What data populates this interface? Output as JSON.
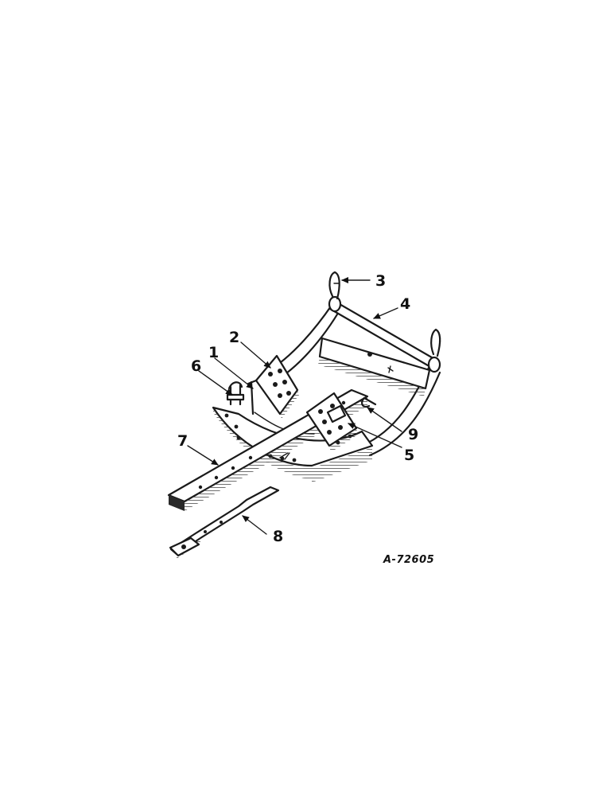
{
  "drawing_id": "A-72605",
  "callouts": {
    "c1": "1",
    "c2": "2",
    "c3": "3",
    "c4": "4",
    "c5": "5",
    "c6": "6",
    "c7": "7",
    "c8": "8",
    "c9": "9"
  }
}
